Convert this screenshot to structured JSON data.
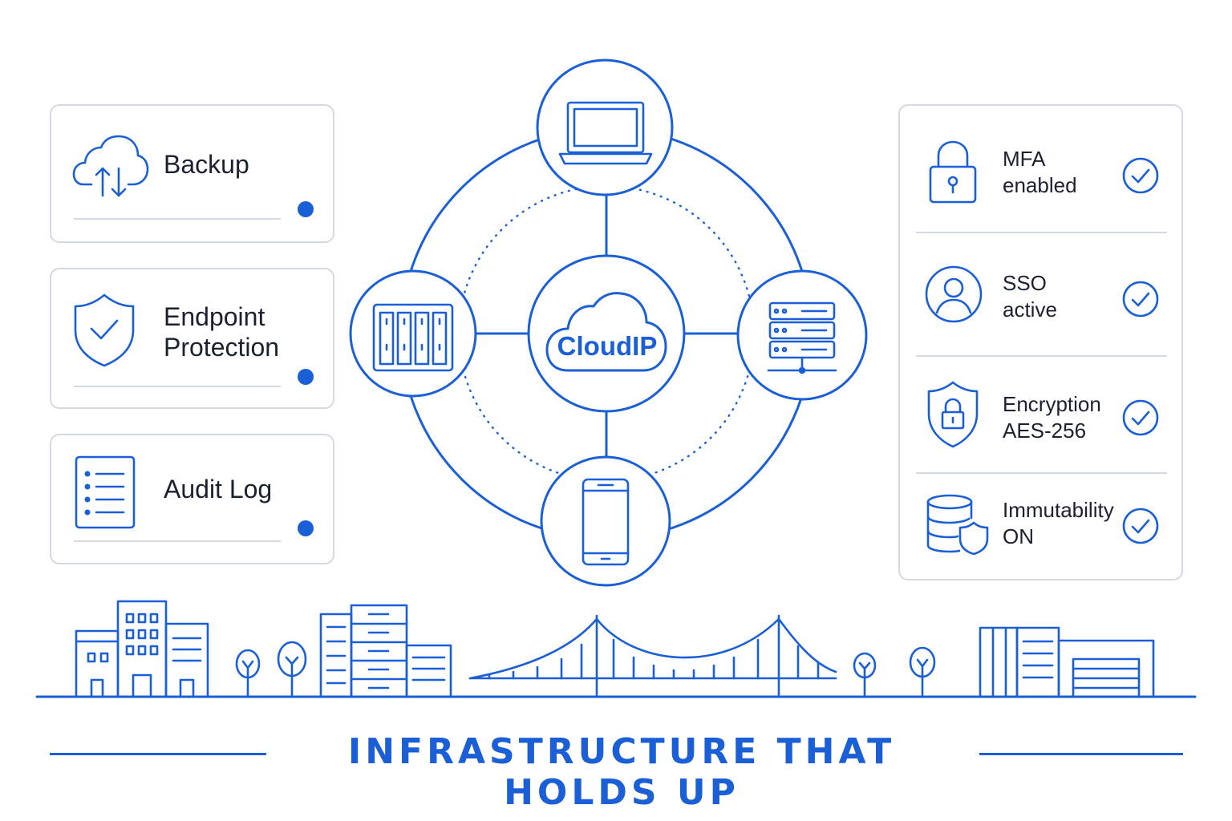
{
  "colors": {
    "accent": "#1a5fd6",
    "border": "#d4d9e2",
    "text": "#1b2130"
  },
  "left_cards": [
    {
      "label": "Backup",
      "icon": "cloud-sync-icon"
    },
    {
      "label": "Endpoint\nProtection",
      "icon": "shield-check-icon"
    },
    {
      "label": "Audit Log",
      "icon": "checklist-icon"
    }
  ],
  "hub": {
    "center_label": "CloudIP",
    "nodes": [
      "laptop-icon",
      "server-rack-icon",
      "storage-array-icon",
      "smartphone-icon"
    ]
  },
  "status_panel": {
    "items": [
      {
        "label": "MFA\nenabled",
        "icon": "padlock-icon",
        "status_icon": "check-circle-icon"
      },
      {
        "label": "SSO\nactive",
        "icon": "user-icon",
        "status_icon": "check-circle-icon"
      },
      {
        "label": "Encryption\nAES-256",
        "icon": "shield-lock-icon",
        "status_icon": "check-circle-icon"
      },
      {
        "label": "Immutability\nON",
        "icon": "database-shield-icon",
        "status_icon": "check-circle-icon"
      }
    ]
  },
  "footer": {
    "title": "INFRASTRUCTURE THAT HOLDS UP"
  }
}
